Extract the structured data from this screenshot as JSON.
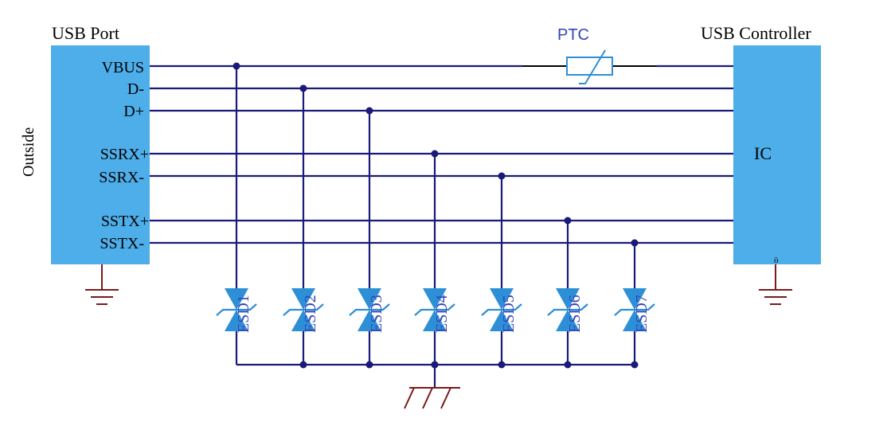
{
  "usb_port": {
    "title": "USB Port",
    "outside_label": "Outside",
    "pins": [
      "VBUS",
      "D-",
      "D+",
      "SSRX+",
      "SSRX-",
      "SSTX+",
      "SSTX-"
    ]
  },
  "usb_controller": {
    "title": "USB Controller",
    "ic_label": "IC",
    "small_mark": "ö"
  },
  "ptc": {
    "label": "PTC"
  },
  "esd": [
    "ESD1",
    "ESD2",
    "ESD3",
    "ESD4",
    "ESD5",
    "ESD6",
    "ESD7"
  ],
  "colors": {
    "block_fill": "#4eaeea",
    "wire": "#1a1a7a",
    "ground": "#7a1a1a",
    "component": "#2d8fd6",
    "component_text": "#3344bb",
    "text": "#000000"
  }
}
